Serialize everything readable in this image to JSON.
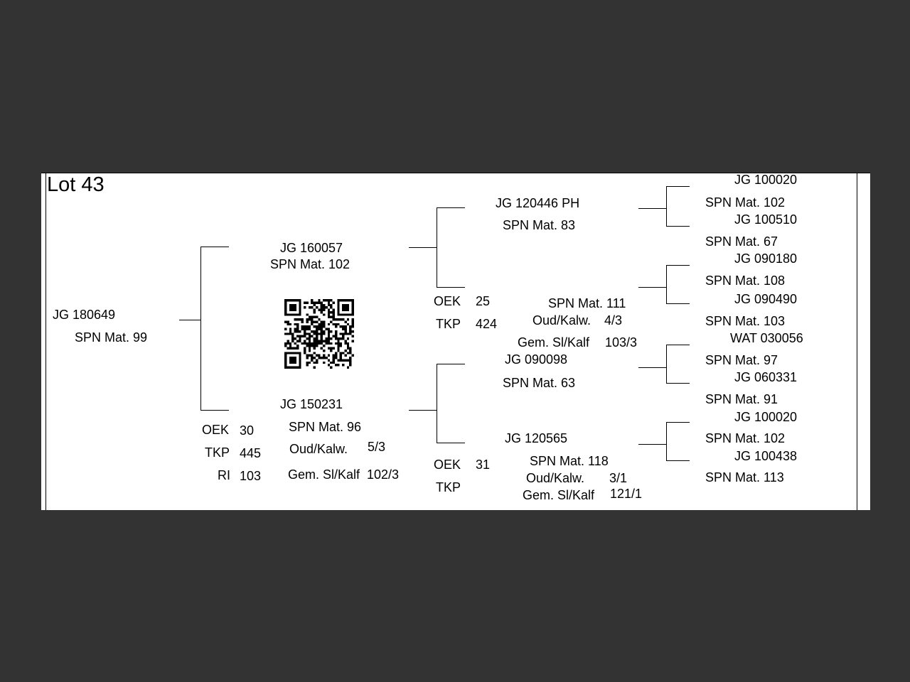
{
  "title": "Lot 43",
  "animal": {
    "id": "JG  180649",
    "spn": "SPN Mat. 99"
  },
  "sire": {
    "id": "JG  160057",
    "spn": "SPN Mat. 102"
  },
  "dam": {
    "id": "JG  150231",
    "spn": "SPN Mat. 96",
    "oud_label": "Oud/Kalw.",
    "oud_value": "5/3",
    "gem_label": "Gem. Sl/Kalf",
    "gem_value": "102/3",
    "oek_label": "OEK",
    "oek_value": "30",
    "tkp_label": "TKP",
    "tkp_value": "445",
    "ri_label": "RI",
    "ri_value": "103"
  },
  "sire_sire": {
    "id": "JG  120446  PH",
    "spn": "SPN Mat. 83"
  },
  "sire_dam": {
    "spn": "SPN Mat. 111",
    "oud_label": "Oud/Kalw.",
    "oud_value": "4/3",
    "gem_label": "Gem. Sl/Kalf",
    "gem_value": "103/3",
    "oek_label": "OEK",
    "oek_value": "25",
    "tkp_label": "TKP",
    "tkp_value": "424"
  },
  "dam_sire": {
    "id": "JG  090098",
    "spn": "SPN Mat. 63"
  },
  "dam_dam": {
    "id": "JG  120565",
    "spn": "SPN Mat. 118",
    "oud_label": "Oud/Kalw.",
    "oud_value": "3/1",
    "gem_label": "Gem. Sl/Kalf",
    "gem_value": "121/1",
    "oek_label": "OEK",
    "oek_value": "31",
    "tkp_label": "TKP"
  },
  "ggp": [
    {
      "id": "JG  100020",
      "spn": "SPN Mat. 102"
    },
    {
      "id": "JG  100510",
      "spn": "SPN Mat. 67"
    },
    {
      "id": "JG  090180",
      "spn": "SPN Mat. 108"
    },
    {
      "id": "JG  090490",
      "spn": "SPN Mat. 103"
    },
    {
      "id": "WAT 030056",
      "spn": "SPN Mat. 97"
    },
    {
      "id": "JG  060331",
      "spn": "SPN Mat. 91"
    },
    {
      "id": "JG  100020",
      "spn": "SPN Mat. 102"
    },
    {
      "id": "JG  100438",
      "spn": "SPN Mat. 113"
    }
  ]
}
